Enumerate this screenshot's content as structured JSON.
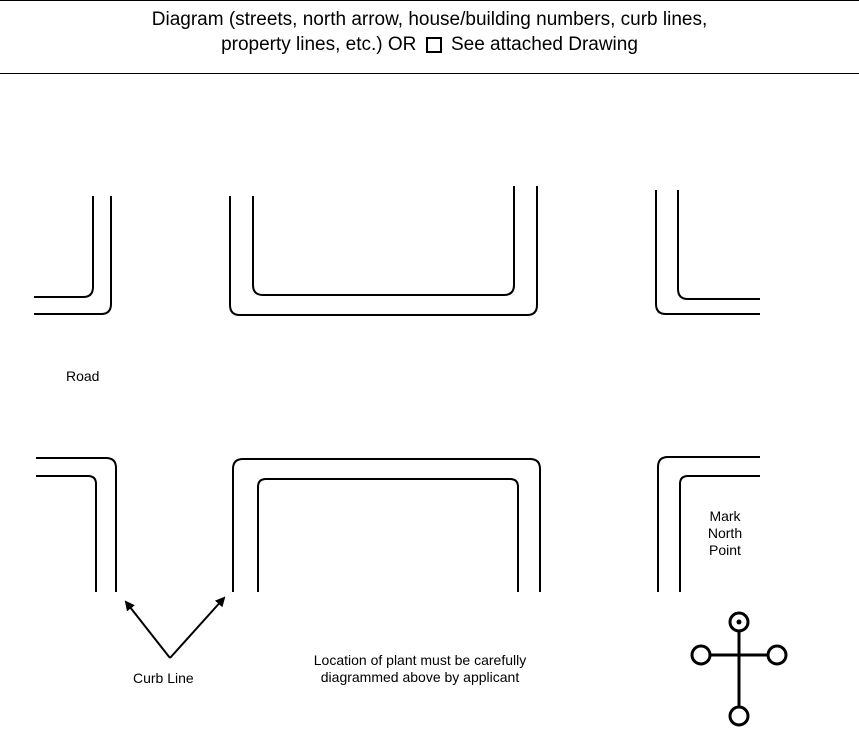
{
  "header": {
    "line1": "Diagram (streets, north arrow, house/building numbers, curb lines,",
    "line2_before": "property lines, etc.) OR",
    "line2_after": "See attached Drawing"
  },
  "labels": {
    "road": "Road",
    "mark_north_line1": "Mark",
    "mark_north_line2": "North",
    "mark_north_line3": "Point",
    "curb_line": "Curb Line",
    "note_line1": "Location of plant must be  carefully",
    "note_line2": "diagrammed  above by  applicant"
  }
}
